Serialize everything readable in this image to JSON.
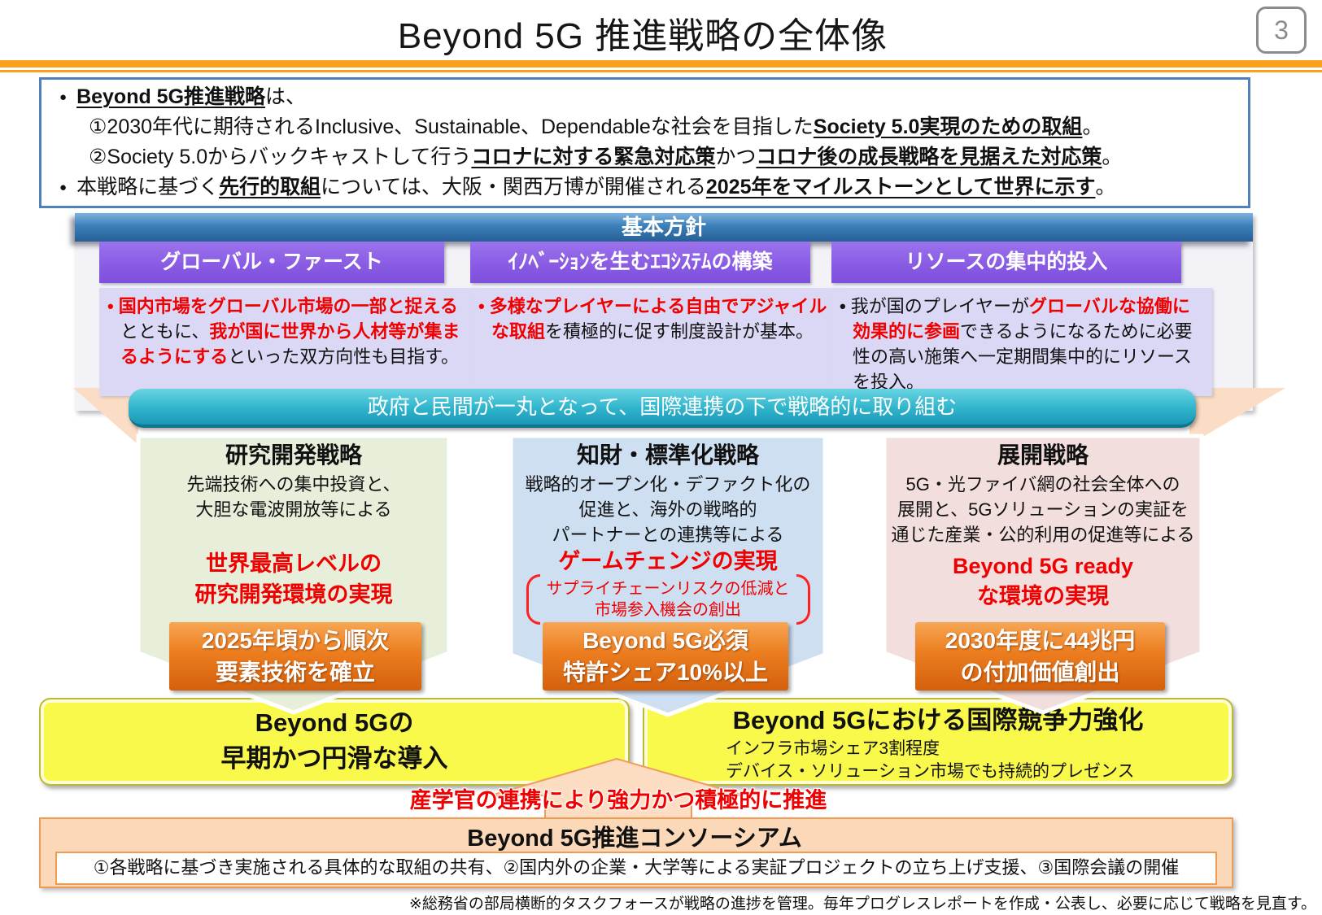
{
  "colors": {
    "rule_orange": "#F9A11B",
    "summary_border_blue": "#4F81BD",
    "policy_banner_blue": "#2E75B6",
    "pillar_purple": "#8A5CE4",
    "pillar_body_lavender": "#DAD8F4",
    "approach_teal": "#2FB4CC",
    "column_green": "#E7EFDB",
    "column_blue": "#CEDFF2",
    "column_pink": "#F1DEDD",
    "kpi_orange": "#EC7D1F",
    "outcome_yellow": "#F9F94B",
    "consortium_peach": "#FAD8B8",
    "highlight_red": "#F00000"
  },
  "header": {
    "title": "Beyond 5G 推進戦略の全体像",
    "page_number": "3"
  },
  "summary": {
    "bullet": "●",
    "b1": {
      "s1": "Beyond 5G推進戦略",
      "s2": "は、"
    },
    "l1": {
      "s1": "①2030年代に期待されるInclusive、Sustainable、Dependableな社会を目指した",
      "s2": "Society 5.0実現のための取組",
      "s3": "。"
    },
    "l2": {
      "s1": "②Society 5.0からバックキャストして行う",
      "s2": "コロナに対する緊急対応策",
      "s3": "かつ",
      "s4": "コロナ後の成長戦略を見据えた対応策",
      "s5": "。"
    },
    "b2": {
      "s1": "本戦略に基づく",
      "s2": "先行的取組",
      "s3": "については、大阪・関西万博が開催される",
      "s4": "2025年をマイルストーンとして世界に示す",
      "s5": "。"
    }
  },
  "basic_policy": {
    "banner": "基本方針",
    "pillars": [
      {
        "title": "グローバル・ファースト",
        "bullet": "•",
        "body": {
          "s1": "国内市場をグローバル市場の一部と捉える",
          "s2": "とともに、",
          "s3": "我が国に世界から人材等が集まるようにする",
          "s4": "といった双方向性も目指す。"
        }
      },
      {
        "title": "ｲﾉﾍﾞｰｼｮﾝを生むｴｺｼｽﾃﾑの構築",
        "bullet": "•",
        "body": {
          "s1": "多様なプレイヤーによる自由でアジャイルな取組",
          "s2": "を積極的に促す制度設計が基本。"
        }
      },
      {
        "title": "リソースの集中的投入",
        "bullet": "•",
        "body": {
          "s1": "我が国のプレイヤーが",
          "s2": "グローバルな協働に効果的に参画",
          "s3": "できるようになるために必要性の高い施策へ一定期間集中的にリソースを投入。"
        }
      }
    ]
  },
  "approach_banner": "政府と民間が一丸となって、国際連携の下で戦略的に取り組む",
  "strategies": [
    {
      "title": "研究開発戦略",
      "desc": "先端技術への集中投資と、\n大胆な電波開放等による",
      "goal": "世界最高レベルの\n研究開発環境の実現",
      "kpi": "2025年頃から順次\n要素技術を確立"
    },
    {
      "title": "知財・標準化戦略",
      "desc": "戦略的オープン化・デファクト化の\n促進と、海外の戦略的\nパートナーとの連携等による",
      "goal": "ゲームチェンジの実現",
      "note": "サプライチェーンリスクの低減と\n市場参入機会の創出",
      "kpi": "Beyond 5G必須\n特許シェア10%以上"
    },
    {
      "title": "展開戦略",
      "desc": "5G・光ファイバ網の社会全体への\n展開と、5Gソリューションの実証を\n通じた産業・公的利用の促進等による",
      "goal": "Beyond 5G ready\nな環境の実現",
      "kpi": "2030年度に44兆円\nの付加価値創出"
    }
  ],
  "outcomes": {
    "left": {
      "text": "Beyond 5Gの\n早期かつ円滑な導入"
    },
    "right": {
      "title": "Beyond 5Gにおける国際競争力強化",
      "sub1": "インフラ市場シェア3割程度",
      "sub2": "デバイス・ソリューション市場でも持続的プレゼンス"
    }
  },
  "promotion": {
    "slogan": "産学官の連携により強力かつ積極的に推進"
  },
  "consortium": {
    "title": "Beyond 5G推進コンソーシアム",
    "details": "①各戦略に基づき実施される具体的な取組の共有、②国内外の企業・大学等による実証プロジェクトの立ち上げ支援、③国際会議の開催"
  },
  "footnote": "※総務省の部局横断的タスクフォースが戦略の進捗を管理。毎年プログレスレポートを作成・公表し、必要に応じて戦略を見直す。"
}
